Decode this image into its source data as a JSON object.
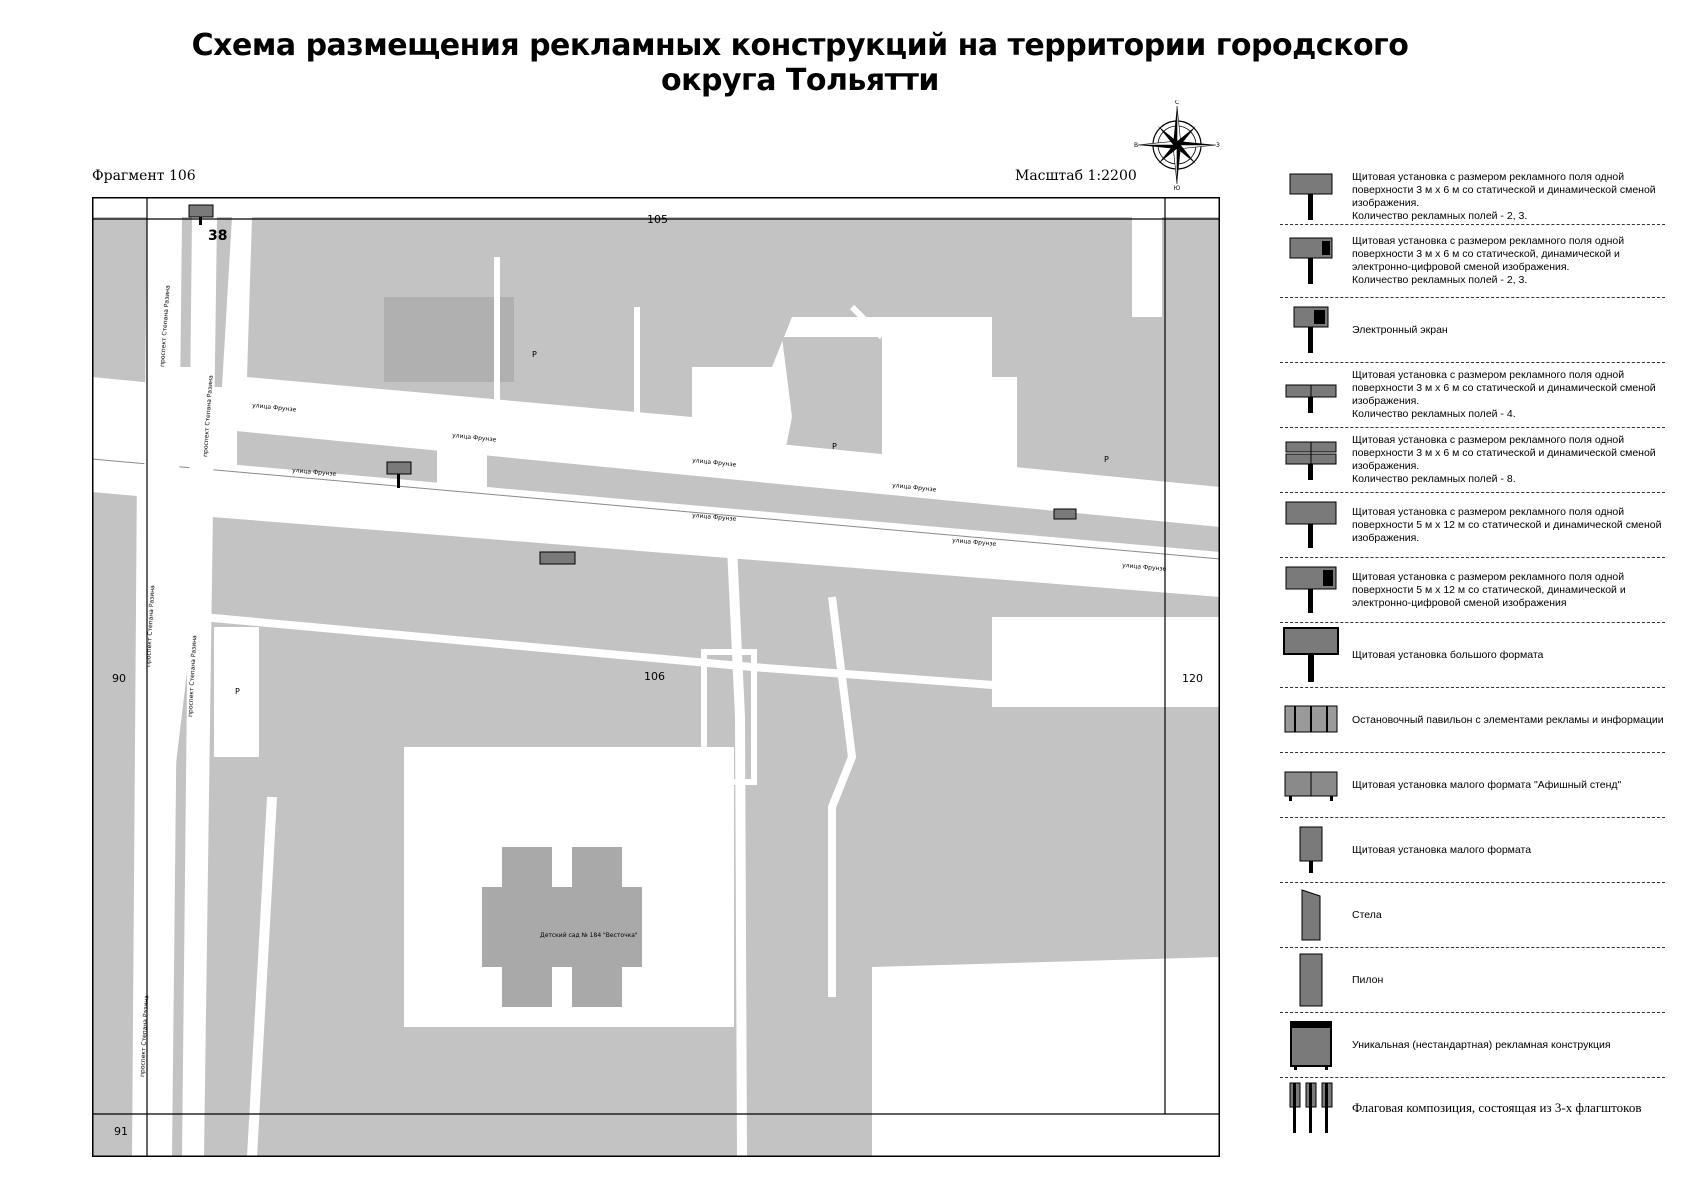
{
  "title": "Схема размещения рекламных конструкций на территории городского округа Тольятти",
  "fragment_label": "Фрагмент 106",
  "scale_label": "Масштаб 1:2200",
  "compass": {
    "n": "С",
    "s": "Ю",
    "w": "В",
    "e": "З"
  },
  "map": {
    "sheet_numbers": [
      "105",
      "106",
      "90",
      "120",
      "91"
    ],
    "marker_number": "38",
    "street_labels": [
      "улица Фрунзе",
      "улица Фрунзе",
      "улица Фрунзе",
      "улица Фрунзе",
      "улица Фрунзе",
      "улица Фрунзе",
      "улица Фрунзе",
      "улица Фрунзе"
    ],
    "avenue_labels": [
      "проспект Степана Разина",
      "проспект Степана Разина",
      "проспект Степана Разина",
      "проспект Степана Разина",
      "проспект Степана Разина"
    ],
    "building_label": "Детский сад № 184 \"Весточка\"",
    "parking_mark": "P",
    "colors": {
      "block": "#c3c3c3",
      "road": "#ffffff",
      "frame": "#000000",
      "marker": "#7a7a7a"
    }
  },
  "legend": [
    {
      "text": "Щитовая установка с размером рекламного поля одной поверхности 3 м х 6 м со статической и динамической сменой изображения.\nКоличество рекламных полей - 2, 3.",
      "icon": "billboard-3x6-icon"
    },
    {
      "text": "Щитовая установка с размером рекламного поля одной поверхности 3 м х 6 м со статической, динамической и электронно-цифровой сменой изображения.\nКоличество рекламных полей - 2, 3.",
      "icon": "billboard-3x6-digital-icon"
    },
    {
      "text": "Электронный экран",
      "icon": "electronic-screen-icon"
    },
    {
      "text": "Щитовая установка с размером рекламного поля одной поверхности 3 м х 6 м со статической и динамической сменой изображения.\nКоличество рекламных полей - 4.",
      "icon": "billboard-4-fields-icon"
    },
    {
      "text": "Щитовая установка с размером рекламного поля одной поверхности 3 м х 6 м со статической и динамической сменой изображения.\nКоличество рекламных полей - 8.",
      "icon": "billboard-8-fields-icon"
    },
    {
      "text": "Щитовая установка с размером рекламного поля одной поверхности 5 м х 12 м со статической и динамической сменой изображения.",
      "icon": "billboard-5x12-icon"
    },
    {
      "text": "Щитовая установка с размером рекламного поля одной поверхности 5 м х 12 м со статической, динамической и электронно-цифровой сменой изображения",
      "icon": "billboard-5x12-digital-icon"
    },
    {
      "text": "Щитовая установка большого формата",
      "icon": "large-format-billboard-icon"
    },
    {
      "text": "Остановочный павильон с элементами рекламы и информации",
      "icon": "bus-stop-pavilion-icon"
    },
    {
      "text": "Щитовая установка малого формата \"Афишный стенд\"",
      "icon": "poster-stand-icon"
    },
    {
      "text": "Щитовая установка малого формата",
      "icon": "small-format-billboard-icon"
    },
    {
      "text": "Стела",
      "icon": "stele-icon"
    },
    {
      "text": "Пилон",
      "icon": "pylon-icon"
    },
    {
      "text": "Уникальная (нестандартная) рекламная конструкция",
      "icon": "unique-structure-icon"
    },
    {
      "text": "Флаговая композиция, состоящая из 3-х флагштоков",
      "icon": "flag-composition-icon"
    }
  ]
}
